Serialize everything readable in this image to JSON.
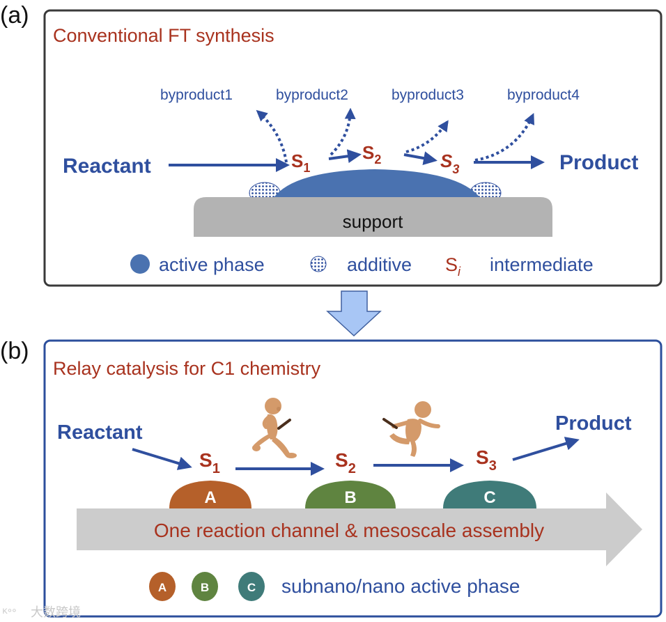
{
  "colors": {
    "blue_text": "#2f4f9e",
    "red_text": "#a8321e",
    "panel_a_border": "#3a3a3a",
    "panel_b_border": "#2c4f9c",
    "active_phase": "#4a72b0",
    "support": "#b3b3b3",
    "channel_arrow": "#cccccc",
    "transition_arrow_fill": "#a8c6f5",
    "transition_arrow_stroke": "#3f5f9e",
    "phase_a": "#b5602a",
    "phase_b": "#5f8440",
    "phase_c": "#3f7b79",
    "runner": "#d49a6a"
  },
  "panel_a": {
    "label": "(a)",
    "title": "Conventional FT synthesis",
    "reactant": "Reactant",
    "product": "Product",
    "intermediates": [
      {
        "letter": "S",
        "sub": "1"
      },
      {
        "letter": "S",
        "sub": "2"
      },
      {
        "letter": "S",
        "sub": "3"
      }
    ],
    "byproducts": [
      "byproduct1",
      "byproduct2",
      "byproduct3",
      "byproduct4"
    ],
    "support_label": "support",
    "legend": {
      "active_phase": "active phase",
      "additive": "additive",
      "intermediate_symbol": "S",
      "intermediate_sub": "i",
      "intermediate": "intermediate"
    }
  },
  "panel_b": {
    "label": "(b)",
    "title": "Relay catalysis for C1 chemistry",
    "reactant": "Reactant",
    "product": "Product",
    "intermediates": [
      {
        "letter": "S",
        "sub": "1"
      },
      {
        "letter": "S",
        "sub": "2"
      },
      {
        "letter": "S",
        "sub": "3"
      }
    ],
    "phases": [
      "A",
      "B",
      "C"
    ],
    "channel_label": "One reaction channel & mesoscale assembly",
    "legend": {
      "phases": [
        "A",
        "B",
        "C"
      ],
      "text": "subnano/nano active phase"
    }
  },
  "watermark": "大数跨境"
}
